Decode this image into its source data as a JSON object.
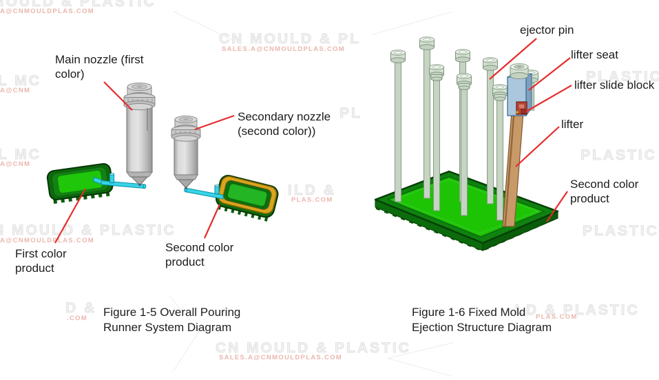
{
  "figure_left": {
    "caption": "Figure 1-5 Overall Pouring\nRunner System Diagram",
    "labels": {
      "main_nozzle": "Main nozzle (first\ncolor)",
      "secondary_nozzle": "Secondary nozzle\n(second color))",
      "first_color_product": "First color\nproduct",
      "second_color_product": "Second color\nproduct"
    }
  },
  "figure_right": {
    "caption": "Figure 1-6 Fixed Mold\nEjection Structure Diagram",
    "labels": {
      "ejector_pin": "ejector pin",
      "lifter_seat": "lifter seat",
      "lifter_slide_block": "lifter slide block",
      "lifter": "lifter",
      "second_color_product": "Second color\nproduct"
    }
  },
  "watermarks": {
    "tl_big": "MOULD & PLASTIC",
    "tl_email": "A@CNMOULDPLAS.COM",
    "tc_big": "CN MOULD & PL",
    "tc_email": "SALES.A@CNMOULDPLAS.COM",
    "l1_big": "L MC",
    "l1_email": "A@CNM",
    "l2_big": "L MC",
    "l2_email": "A@CNM",
    "l3_big": "N MOULD & PLASTIC",
    "l3_email": "A@CNMOULDPLAS.COM",
    "bc_big": "CN MOULD & PLASTIC",
    "bc_email": "SALES.A@CNMOULDPLAS.COM",
    "br_big": "LD & PLASTIC",
    "br_email": "PLAS.COM",
    "r1_big": "PLASTIC",
    "r2_big": "PLASTIC",
    "r3_big": "PLASTIC",
    "m1_big": "ILD &",
    "m1_email": "PLAS.COM",
    "m2_big": "PL",
    "bl_big": "D &",
    "bl_email": ".COM"
  },
  "colors": {
    "annotation_red": "#e62b2b",
    "product_green": "#1dc404",
    "tray_dark_green": "#0d6b0d",
    "rim_gold": "#d9a51e",
    "runner_cyan": "#38d4e8",
    "nozzle_gray": "#c9c9c9",
    "pin_green": "#c6d4c4",
    "lifter_seat_blue": "#aac7dd",
    "lifter_brown": "#c79a68",
    "slide_block_red": "#bd4a3a"
  }
}
